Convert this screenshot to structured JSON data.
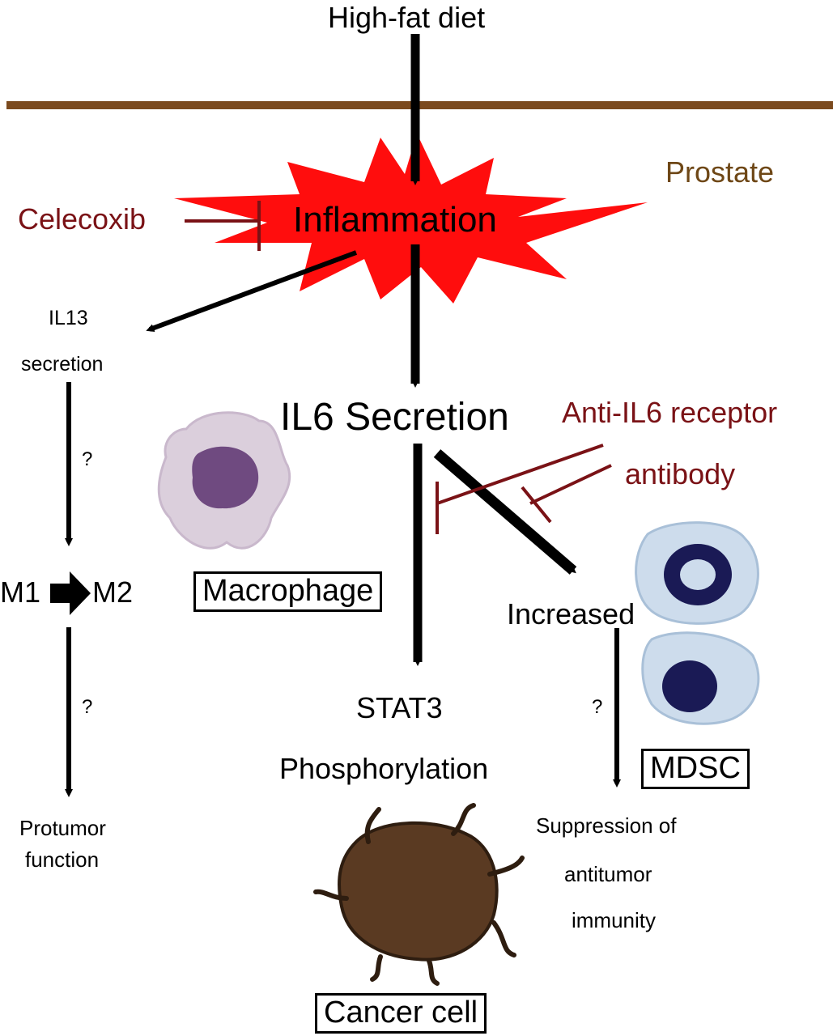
{
  "labels": {
    "high_fat_diet": "High-fat diet",
    "prostate": "Prostate",
    "inflammation": "Inflammation",
    "celecoxib": "Celecoxib",
    "il13_line1": "IL13",
    "il13_line2": "secretion",
    "question_mark": "?",
    "m1": "M1",
    "m2": "M2",
    "protumor_line1": "Protumor",
    "protumor_line2": "function",
    "il6_secretion": "IL6 Secretion",
    "anti_il6_line1": "Anti-IL6 receptor",
    "anti_il6_line2": "antibody",
    "macrophage": "Macrophage",
    "increased": "Increased",
    "stat3_line1": "STAT3",
    "stat3_line2": "Phosphorylation",
    "mdsc": "MDSC",
    "suppression_line1": "Suppression of",
    "suppression_line2": "antitumor",
    "suppression_line3": "immunity",
    "cancer_cell": "Cancer cell"
  },
  "colors": {
    "text": "#000000",
    "inhibitor": "#7a1216",
    "prostate": "#6e4716",
    "membrane": "#7b4a1e",
    "inflammation_burst": "#ff0d0d",
    "macrophage": "#d9ccd8",
    "mdsc": "#c8d9ea",
    "cancer_cell": "#5a3a22"
  },
  "icons": [
    "macrophage-cell-icon",
    "mdsc-cell-icon",
    "cancer-cell-icon",
    "inflammation-burst-icon"
  ]
}
